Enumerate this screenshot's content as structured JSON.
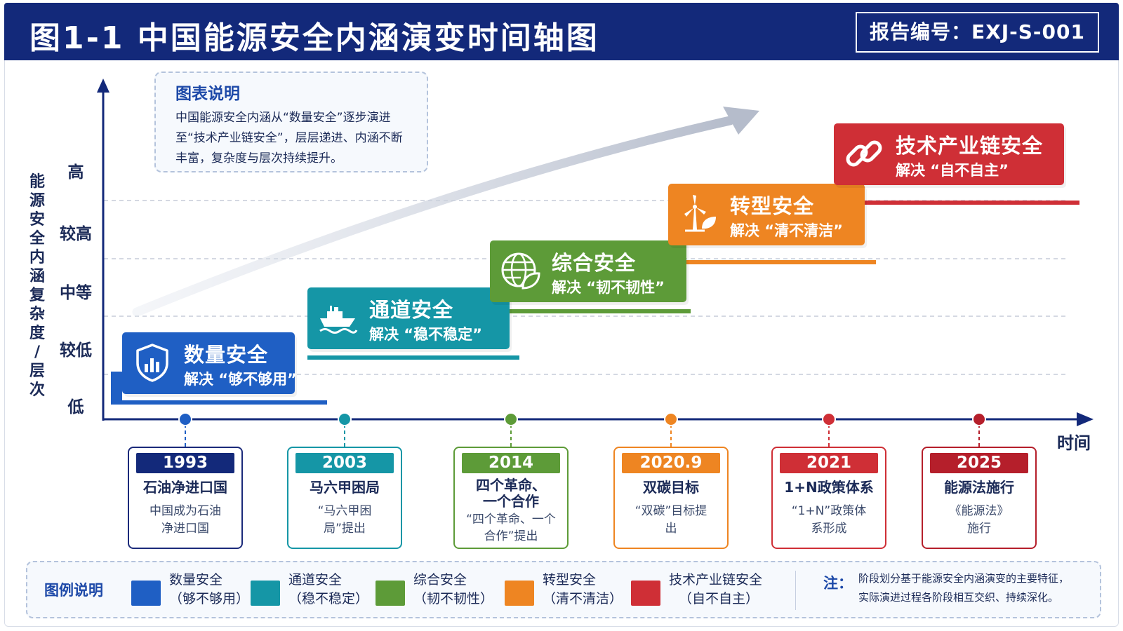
{
  "header": {
    "title": "图1-1  中国能源安全内涵演变时间轴图",
    "report_number": "报告编号：EXJ-S-001"
  },
  "axes": {
    "y_label": "能源安全内涵复杂度/层次",
    "y_ticks": [
      "高",
      "较高",
      "中等",
      "较低",
      "低"
    ],
    "x_label": "时间"
  },
  "description": {
    "title": "图表说明",
    "text": "中国能源安全内涵从“数量安全”逐步演进至“技术产业链安全”，层层递进、内涵不断丰富，复杂度与层次持续提升。"
  },
  "colors": {
    "blue": "#1f5fc4",
    "teal": "#1596a6",
    "green": "#5d9b38",
    "orange": "#ee8522",
    "red": "#cf2f36",
    "darkred": "#b51f2b",
    "navy": "#13297a"
  },
  "stages": [
    {
      "name": "数量安全",
      "sub": "解决 “够不够用”",
      "icon": "shield-chart-icon"
    },
    {
      "name": "通道安全",
      "sub": "解决 “稳不稳定”",
      "icon": "ship-icon"
    },
    {
      "name": "综合安全",
      "sub": "解决 “韧不韧性”",
      "icon": "globe-leaf-icon"
    },
    {
      "name": "转型安全",
      "sub": "解决 “清不清洁”",
      "icon": "wind-turbine-icon"
    },
    {
      "name": "技术产业链安全",
      "sub": "解决 “自不自主”",
      "icon": "chain-link-icon"
    }
  ],
  "timeline": [
    {
      "year": "1993",
      "event": "石油净进口国",
      "detail": "中国成为石油净进口国"
    },
    {
      "year": "2003",
      "event": "马六甲困局",
      "detail": "“马六甲困局”提出"
    },
    {
      "year": "2014",
      "event": "四个革命、一个合作",
      "detail": "“四个革命、一个合作”提出"
    },
    {
      "year": "2020.9",
      "event": "双碳目标",
      "detail": "“双碳”目标提出"
    },
    {
      "year": "2021",
      "event": "1+N政策体系",
      "detail": "“1+N”政策体系形成"
    },
    {
      "year": "2025",
      "event": "能源法施行",
      "detail": "《能源法》施行"
    }
  ],
  "legend": {
    "title": "图例说明",
    "items": [
      {
        "name": "数量安全",
        "sub": "（够不够用）"
      },
      {
        "name": "通道安全",
        "sub": "（稳不稳定）"
      },
      {
        "name": "综合安全",
        "sub": "（韧不韧性）"
      },
      {
        "name": "转型安全",
        "sub": "（清不清洁）"
      },
      {
        "name": "技术产业链安全",
        "sub": "（自不自主）"
      }
    ],
    "note_label": "注：",
    "note_line1": "阶段划分基于能源安全内涵演变的主要特征，",
    "note_line2": "实际演进过程各阶段相互交织、持续深化。"
  }
}
